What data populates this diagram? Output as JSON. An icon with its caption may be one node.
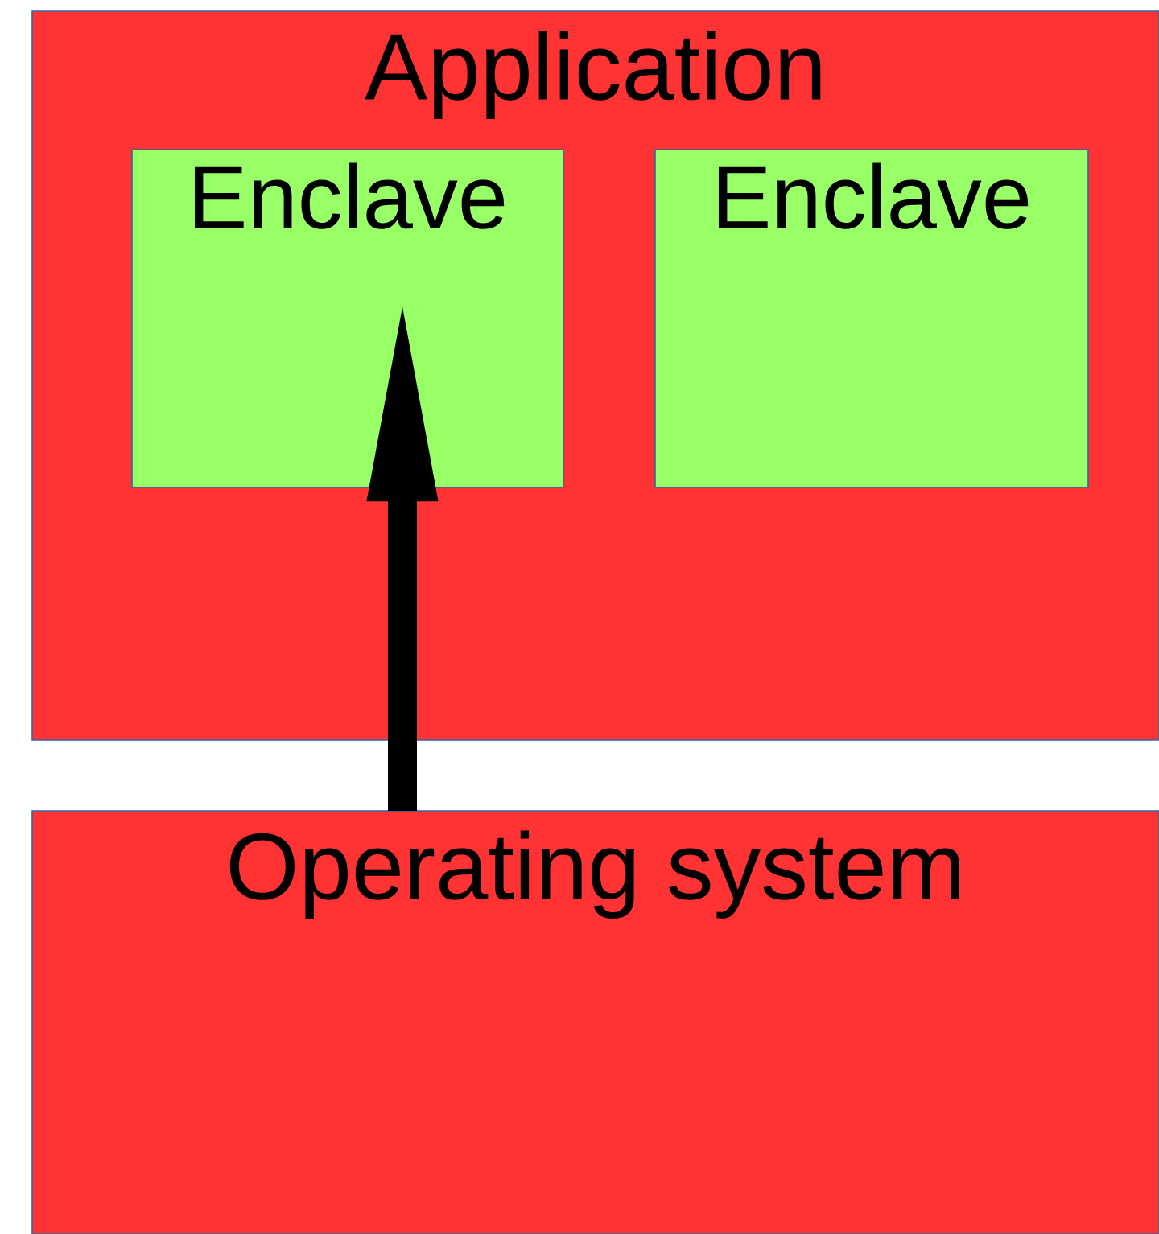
{
  "diagram": {
    "nodes": [
      {
        "text": [
          "Application"
        ]
      },
      {
        "text": [
          "Enclave"
        ],
        "in": 0
      },
      {
        "text": [
          "Enclave"
        ],
        "in": 0
      },
      {
        "text": [
          "Operating system"
        ]
      }
    ],
    "edges": [
      {
        "from": 3,
        "to": 1,
        "arrow": "to"
      }
    ]
  }
}
